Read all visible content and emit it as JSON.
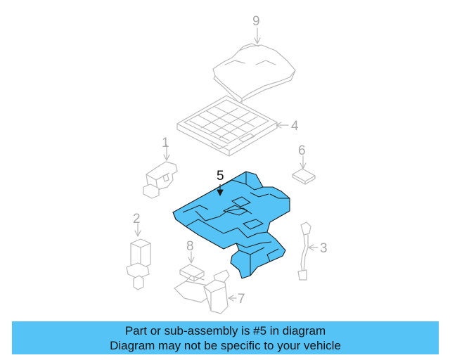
{
  "diagram": {
    "callouts": [
      "9",
      "4",
      "1",
      "6",
      "5",
      "2",
      "8",
      "3",
      "7"
    ],
    "highlight_color": "#55c3f6",
    "line_color": "#b9b9b9"
  },
  "banner": {
    "line1": "Part or sub-assembly is #5 in diagram",
    "line2": "Diagram may not be specific to your vehicle",
    "background": "#55c3f6"
  }
}
